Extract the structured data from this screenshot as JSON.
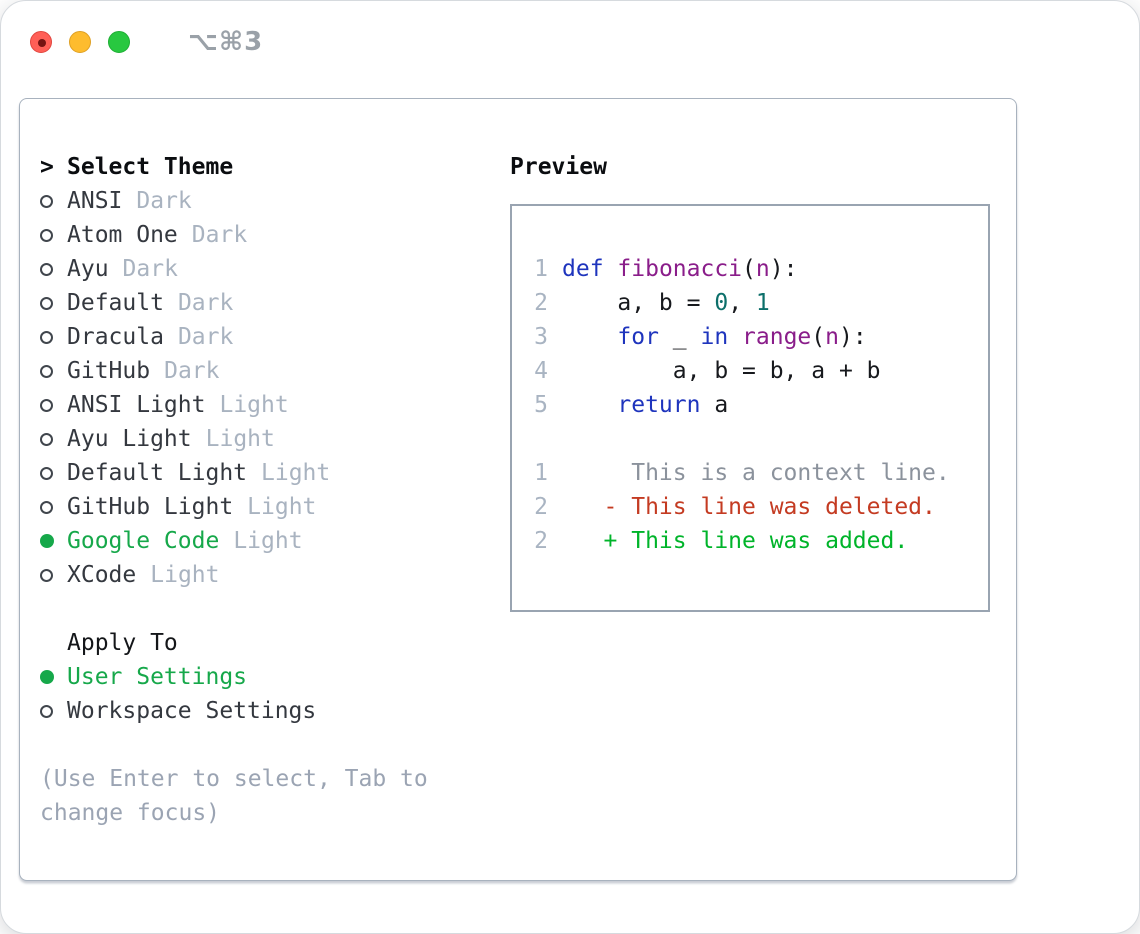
{
  "window": {
    "title": "⌥⌘3",
    "traffic_lights": [
      "close",
      "minimize",
      "zoom"
    ]
  },
  "theme_panel": {
    "header_prefix": ">",
    "header": "Select Theme",
    "themes": [
      {
        "name": "ANSI",
        "variant": "Dark",
        "selected": false
      },
      {
        "name": "Atom One",
        "variant": "Dark",
        "selected": false
      },
      {
        "name": "Ayu",
        "variant": "Dark",
        "selected": false
      },
      {
        "name": "Default",
        "variant": "Dark",
        "selected": false
      },
      {
        "name": "Dracula",
        "variant": "Dark",
        "selected": false
      },
      {
        "name": "GitHub",
        "variant": "Dark",
        "selected": false
      },
      {
        "name": "ANSI Light",
        "variant": "Light",
        "selected": false
      },
      {
        "name": "Ayu Light",
        "variant": "Light",
        "selected": false
      },
      {
        "name": "Default Light",
        "variant": "Light",
        "selected": false
      },
      {
        "name": "GitHub Light",
        "variant": "Light",
        "selected": false
      },
      {
        "name": "Google Code",
        "variant": "Light",
        "selected": true
      },
      {
        "name": "XCode",
        "variant": "Light",
        "selected": false
      }
    ],
    "apply_to": {
      "label": "Apply To",
      "options": [
        {
          "name": "User Settings",
          "selected": true
        },
        {
          "name": "Workspace Settings",
          "selected": false
        }
      ]
    },
    "help_text": "(Use Enter to select, Tab to change focus)",
    "icons": {
      "selected": "radio-filled-circle",
      "unselected": "radio-outline-circle",
      "focus": "chevron-right"
    }
  },
  "preview": {
    "label": "Preview",
    "code_lines": [
      {
        "number": "1",
        "tokens": [
          {
            "t": "def",
            "c": "kw"
          },
          {
            "t": " ",
            "c": "pln"
          },
          {
            "t": "fibonacci",
            "c": "fn"
          },
          {
            "t": "(",
            "c": "pln"
          },
          {
            "t": "n",
            "c": "fn"
          },
          {
            "t": "):",
            "c": "pln"
          }
        ]
      },
      {
        "number": "2",
        "tokens": [
          {
            "t": "    a, b = ",
            "c": "pln"
          },
          {
            "t": "0",
            "c": "num"
          },
          {
            "t": ", ",
            "c": "pln"
          },
          {
            "t": "1",
            "c": "num"
          }
        ]
      },
      {
        "number": "3",
        "tokens": [
          {
            "t": "    ",
            "c": "pln"
          },
          {
            "t": "for",
            "c": "kw"
          },
          {
            "t": " _ ",
            "c": "pln"
          },
          {
            "t": "in",
            "c": "kw"
          },
          {
            "t": " ",
            "c": "pln"
          },
          {
            "t": "range",
            "c": "fn"
          },
          {
            "t": "(",
            "c": "pln"
          },
          {
            "t": "n",
            "c": "fn"
          },
          {
            "t": "):",
            "c": "pln"
          }
        ]
      },
      {
        "number": "4",
        "tokens": [
          {
            "t": "        a, b = b, a + b",
            "c": "pln"
          }
        ]
      },
      {
        "number": "5",
        "tokens": [
          {
            "t": "    ",
            "c": "pln"
          },
          {
            "t": "return",
            "c": "kw"
          },
          {
            "t": " a",
            "c": "pln"
          }
        ]
      }
    ],
    "diff_lines": [
      {
        "number": "1",
        "tokens": [
          {
            "t": "     This is a context line.",
            "c": "ctx"
          }
        ]
      },
      {
        "number": "2",
        "tokens": [
          {
            "t": "   - This line was deleted.",
            "c": "del"
          }
        ]
      },
      {
        "number": "2",
        "tokens": [
          {
            "t": "   + This line was added.",
            "c": "add"
          }
        ]
      }
    ]
  },
  "colors": {
    "accent_green": "#16a84a",
    "diff_added": "#00b42a",
    "diff_deleted": "#c43b22",
    "diff_context": "#8b929c",
    "syntax_keyword": "#1e34bd",
    "syntax_function": "#8a1d8a",
    "syntax_number": "#0c6f6a",
    "line_number_gray": "#a9b4c2",
    "muted_gray": "#a9b3c0"
  }
}
